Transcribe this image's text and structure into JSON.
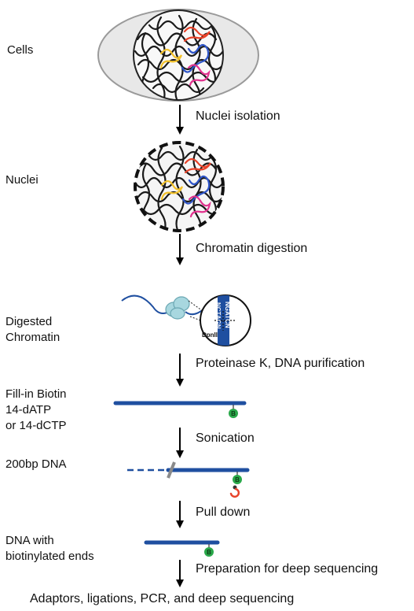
{
  "stages": [
    {
      "label": "Cells"
    },
    {
      "label": "Nuclei"
    },
    {
      "label_line1": "Digested",
      "label_line2": "Chromatin"
    },
    {
      "label_line1": "Fill-in Biotin",
      "label_line2": "14-dATP",
      "label_line3": "or 14-dCTP"
    },
    {
      "label": "200bp DNA"
    },
    {
      "label_line1": "DNA with",
      "label_line2": "biotinylated ends"
    }
  ],
  "steps": [
    "Nuclei isolation",
    "Chromatin digestion",
    "Proteinase K, DNA purification",
    "Sonication",
    "Pull down",
    "Preparation for deep sequencing"
  ],
  "final": "Adaptors, ligations, PCR, and deep sequencing",
  "inset": {
    "enzyme": "DpnII",
    "top_strand": "NGATCN",
    "bottom_strand": "NCTAGN"
  },
  "biotin_marker": "B",
  "colors": {
    "dna_blue": "#1f4fa0",
    "biotin_green": "#2aa84a",
    "cell_gray": "#e6e6e6",
    "chromatin_red": "#e8432a",
    "chromatin_blue": "#2e55c8",
    "chromatin_yellow": "#f3c22a",
    "chromatin_pink": "#e2338f",
    "protein_teal": "#a8d7df"
  }
}
